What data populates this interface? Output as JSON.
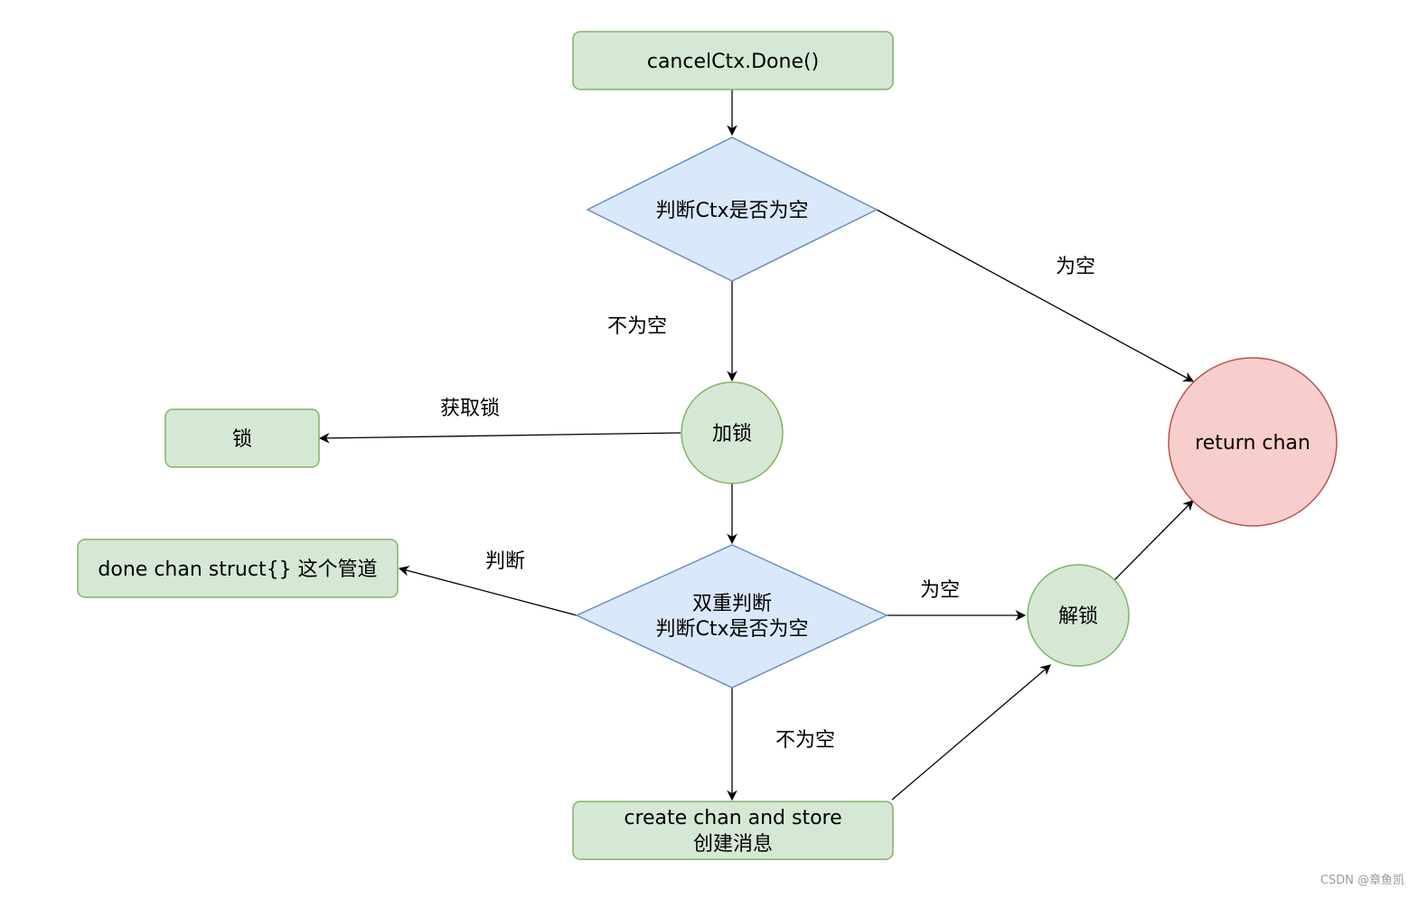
{
  "nodes": {
    "start": "cancelCtx.Done()",
    "check_ctx": "判断Ctx是否为空",
    "lock": "加锁",
    "lock_target": "锁",
    "double_check_line1": "双重判断",
    "double_check_line2": "判断Ctx是否为空",
    "done_chan": "done chan struct{} 这个管道",
    "create_line1": "create chan and store",
    "create_line2": "创建消息",
    "unlock": "解锁",
    "return": "return chan"
  },
  "edges": {
    "check_empty": "为空",
    "check_not_empty": "不为空",
    "acquire_lock": "获取锁",
    "judge": "判断",
    "double_empty": "为空",
    "double_not_empty": "不为空"
  },
  "watermark": "CSDN @章鱼凯",
  "colors": {
    "green_fill": "#d5e8d4",
    "green_stroke": "#82b366",
    "blue_fill": "#dae8fc",
    "blue_stroke": "#6c8ebf",
    "red_fill": "#f8cecc",
    "red_stroke": "#b85450"
  }
}
